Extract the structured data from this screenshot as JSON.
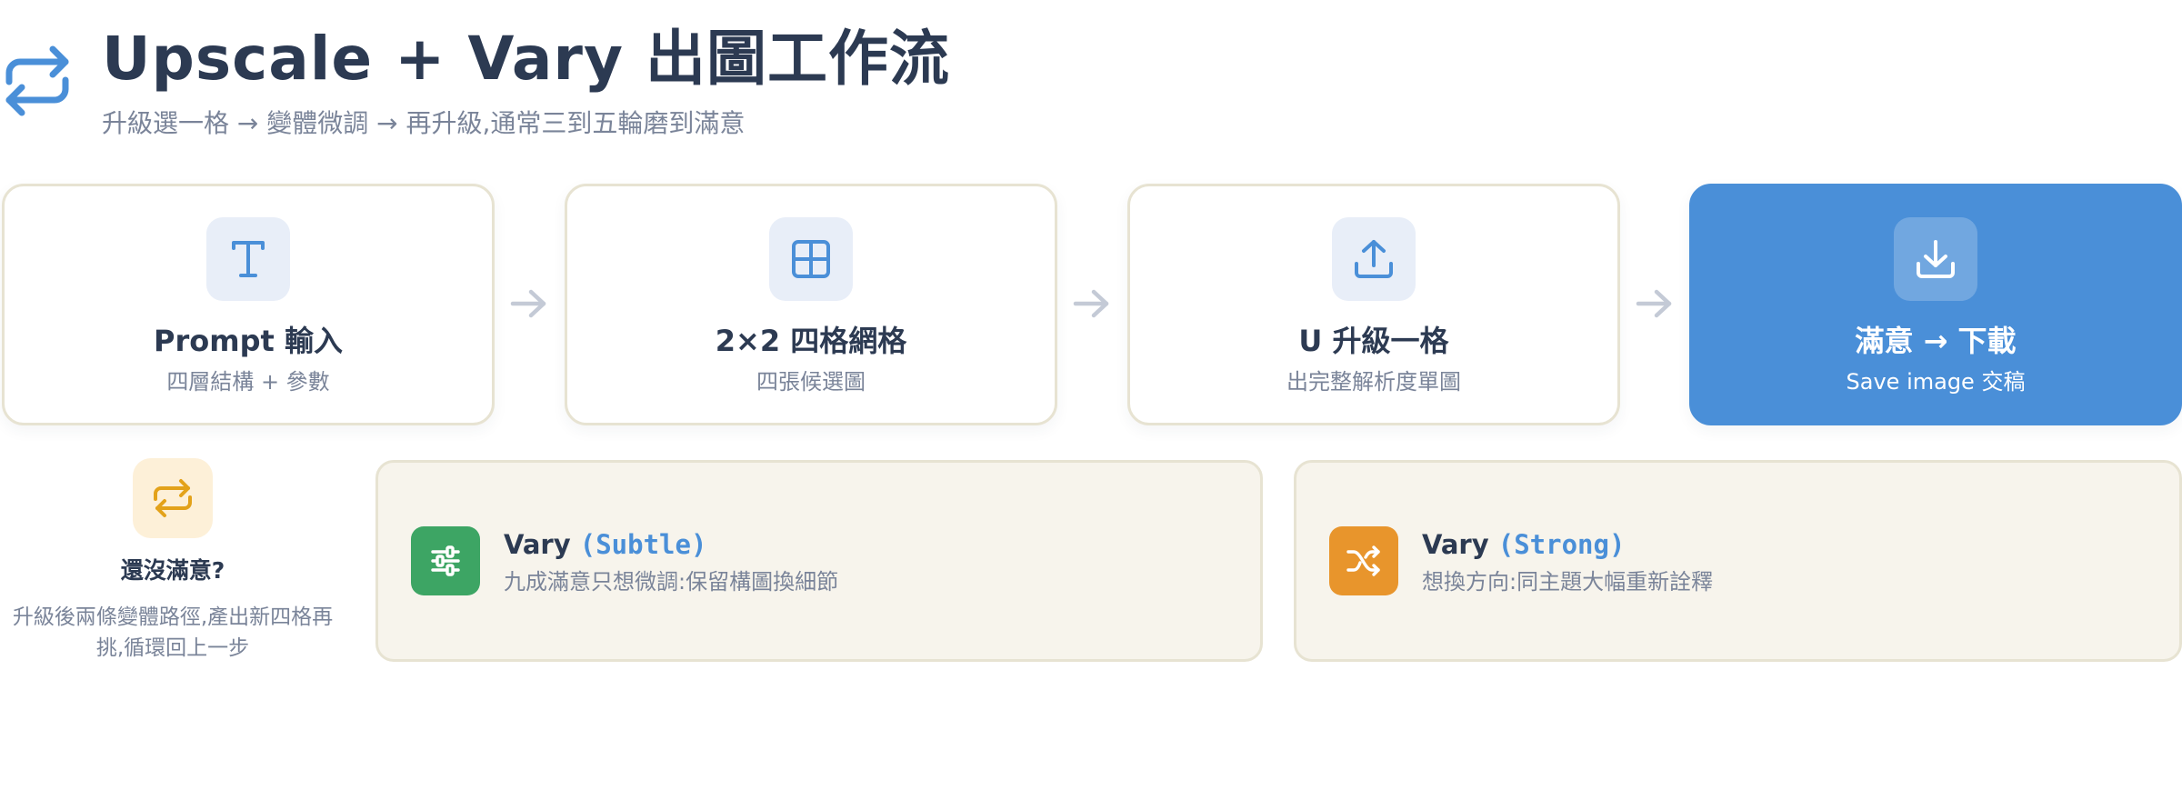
{
  "header": {
    "icon": "repeat-icon",
    "title": "Upscale + Vary 出圖工作流",
    "subtitle": "升級選一格 → 變體微調 → 再升級,通常三到五輪磨到滿意"
  },
  "steps": [
    {
      "icon": "text-t-icon",
      "title": "Prompt 輸入",
      "subtitle": "四層結構 + 參數"
    },
    {
      "icon": "grid-icon",
      "title": "2×2 四格網格",
      "subtitle": "四張候選圖"
    },
    {
      "icon": "upload-icon",
      "title": "U 升級一格",
      "subtitle": "出完整解析度單圖"
    },
    {
      "icon": "download-icon",
      "title": "滿意 → 下載",
      "subtitle": "Save image 交稿"
    }
  ],
  "loop": {
    "icon": "repeat-icon",
    "title": "還沒滿意?",
    "description": "升級後兩條變體路徑,產出新四格再挑,循環回上一步"
  },
  "vary_options": [
    {
      "icon": "sliders-icon",
      "title": "Vary",
      "mode": "(Subtle)",
      "description": "九成滿意只想微調:保留構圖換細節",
      "color": "#3da564"
    },
    {
      "icon": "shuffle-icon",
      "title": "Vary",
      "mode": "(Strong)",
      "description": "想換方向:同主題大幅重新詮釋",
      "color": "#e8952c"
    }
  ],
  "colors": {
    "accent": "#4a8fd8",
    "title_text": "#2c3a52",
    "muted_text": "#7a8499",
    "card_border": "#e7e3d2",
    "loop_icon": "#e3a21a"
  }
}
